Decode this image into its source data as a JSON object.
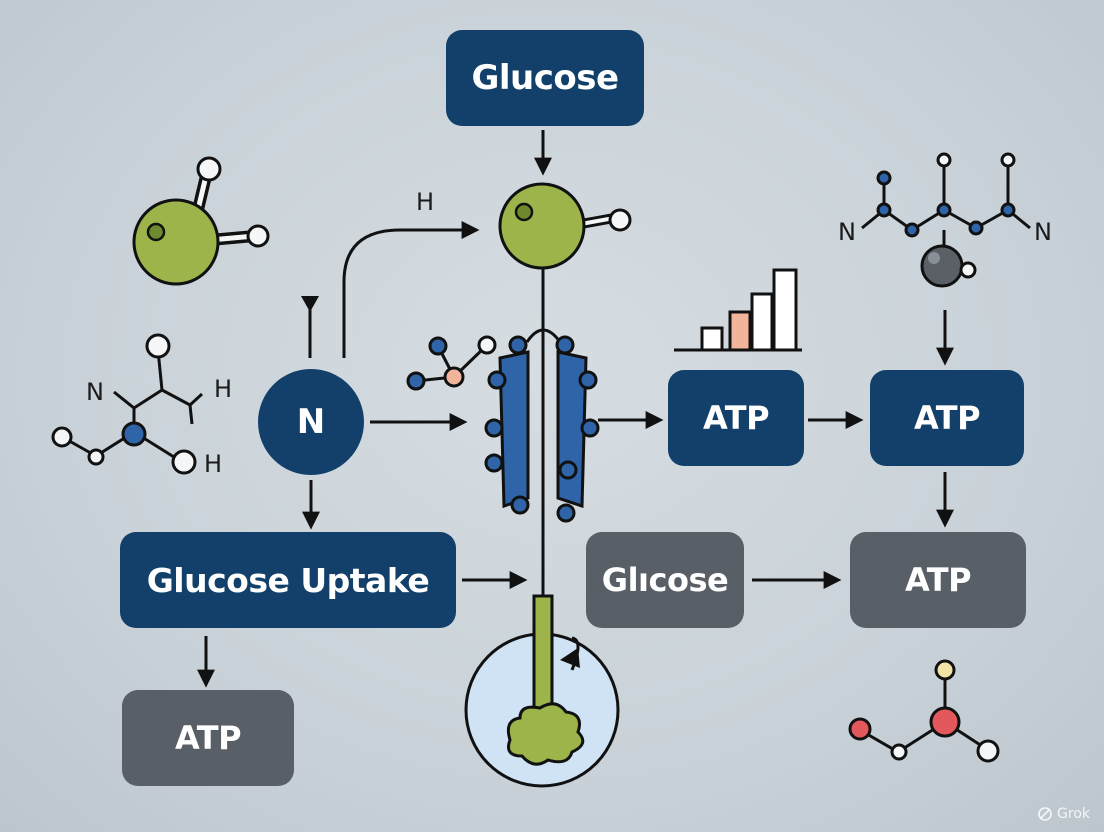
{
  "nodes": {
    "glucose_top": "Glucose",
    "n_center": "N",
    "atp_mid_left": "ATP",
    "atp_mid_right": "ATP",
    "glucose_uptake": "Glucose Uptake",
    "glicose": "Glıcose",
    "atp_lower_right": "ATP",
    "atp_bottom_left": "ATP"
  },
  "labels": {
    "h_arrow": "H",
    "left_molecule_n": "N",
    "left_molecule_h_top": "H",
    "left_molecule_h_bottom": "H",
    "right_molecule_n_left": "N",
    "right_molecule_n_right": "N"
  },
  "watermark": "Grok",
  "colors": {
    "navy": "#12406a",
    "gray": "#585f66",
    "green": "#9cb44a",
    "blue": "#2f64a8",
    "peach": "#f2b59c",
    "red": "#e3585c",
    "cream": "#f4e3a6",
    "light_blue": "#cfe3f5"
  }
}
